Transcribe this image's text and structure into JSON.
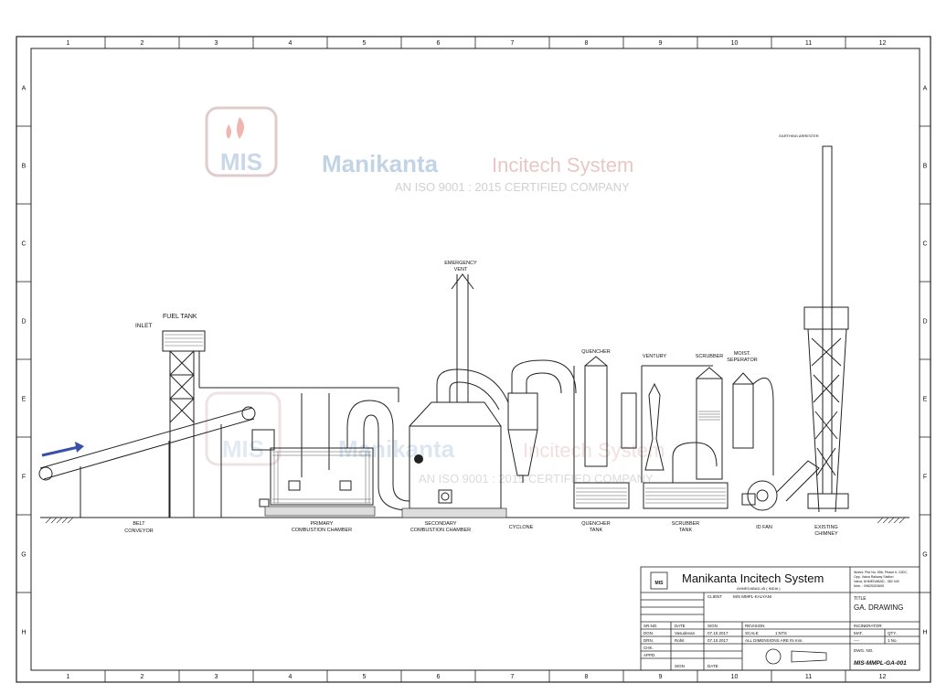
{
  "grid": {
    "cols": [
      "1",
      "2",
      "3",
      "4",
      "5",
      "6",
      "7",
      "8",
      "9",
      "10",
      "11",
      "12"
    ],
    "rows": [
      "A",
      "B",
      "C",
      "D",
      "E",
      "F",
      "G",
      "H"
    ]
  },
  "watermark": {
    "logo": "MIS",
    "company_a": "Manikanta",
    "company_b": "Incitech System",
    "tagline": "AN ISO 9001 : 2015 CERTIFIED COMPANY"
  },
  "labels": {
    "belt": "BELT",
    "conveyor": "CONVEYOR",
    "fuel_tank": "FUEL TANK",
    "inlet": "INLET",
    "primary": "PRIMARY",
    "combustion_chamber": "COMBUSTION CHAMBER",
    "secondary": "SECONDARY",
    "emergency": "EMERGENCY",
    "vent": "VENT",
    "cyclone": "CYCLONE",
    "quencher": "QUENCHER",
    "quencher_b": "QUENCHER",
    "tank": "TANK",
    "venturi": "VENTURY",
    "scrubber": "SCRUBBER",
    "scrubber_b": "SCRUBBER",
    "tank_b": "TANK",
    "moist": "MOIST.",
    "separator": "SEPERATOR",
    "id_fan": "ID FAN",
    "existing": "EXISTING",
    "chimney": "CHIMNEY",
    "stack_top": "EARTHING ARRESTER"
  },
  "title_block": {
    "logo": "MIS",
    "company": "Manikanta   Incitech   System",
    "city": "AHMEDABAD-45  ( INDIA )",
    "address": [
      "Works: Plot No. 556, Phase II, GIDC,",
      "Opp. Vatva Railway Station",
      "Vatva, AHMEDABAD - 382 445",
      "Mob. : 09825303605"
    ],
    "client_label": "CLIENT",
    "client_value": "M/S MMPL-KALYANI",
    "title_label": "TITLE",
    "title_value": "GA. DRAWING",
    "project": "INCINERATOR",
    "sr_no": "SR.NO.",
    "date": "DATE",
    "sign": "SIGN",
    "revision": "REVISION",
    "dgn": "DGN.",
    "dgn_name": "Vasudevan",
    "dgn_date": "07.10.2017",
    "drn": "DRN.",
    "drn_name": "Rohit",
    "drn_date": "07.10.2017",
    "chk": "CHK.",
    "appd": "APPD.",
    "scale_label": "SCALE",
    "scale_value": "1:NTS",
    "dims": "ALL DIMENSIONS ARE IN mm.",
    "sign2": "SIGN",
    "date2": "DATE",
    "mat": "MAT.",
    "qty": "QTY.",
    "mat_val": "----",
    "qty_val": "1 No.",
    "dwg_no_label": "DWG. NO.",
    "dwg_no": "MIS-MMPL-GA-001"
  }
}
